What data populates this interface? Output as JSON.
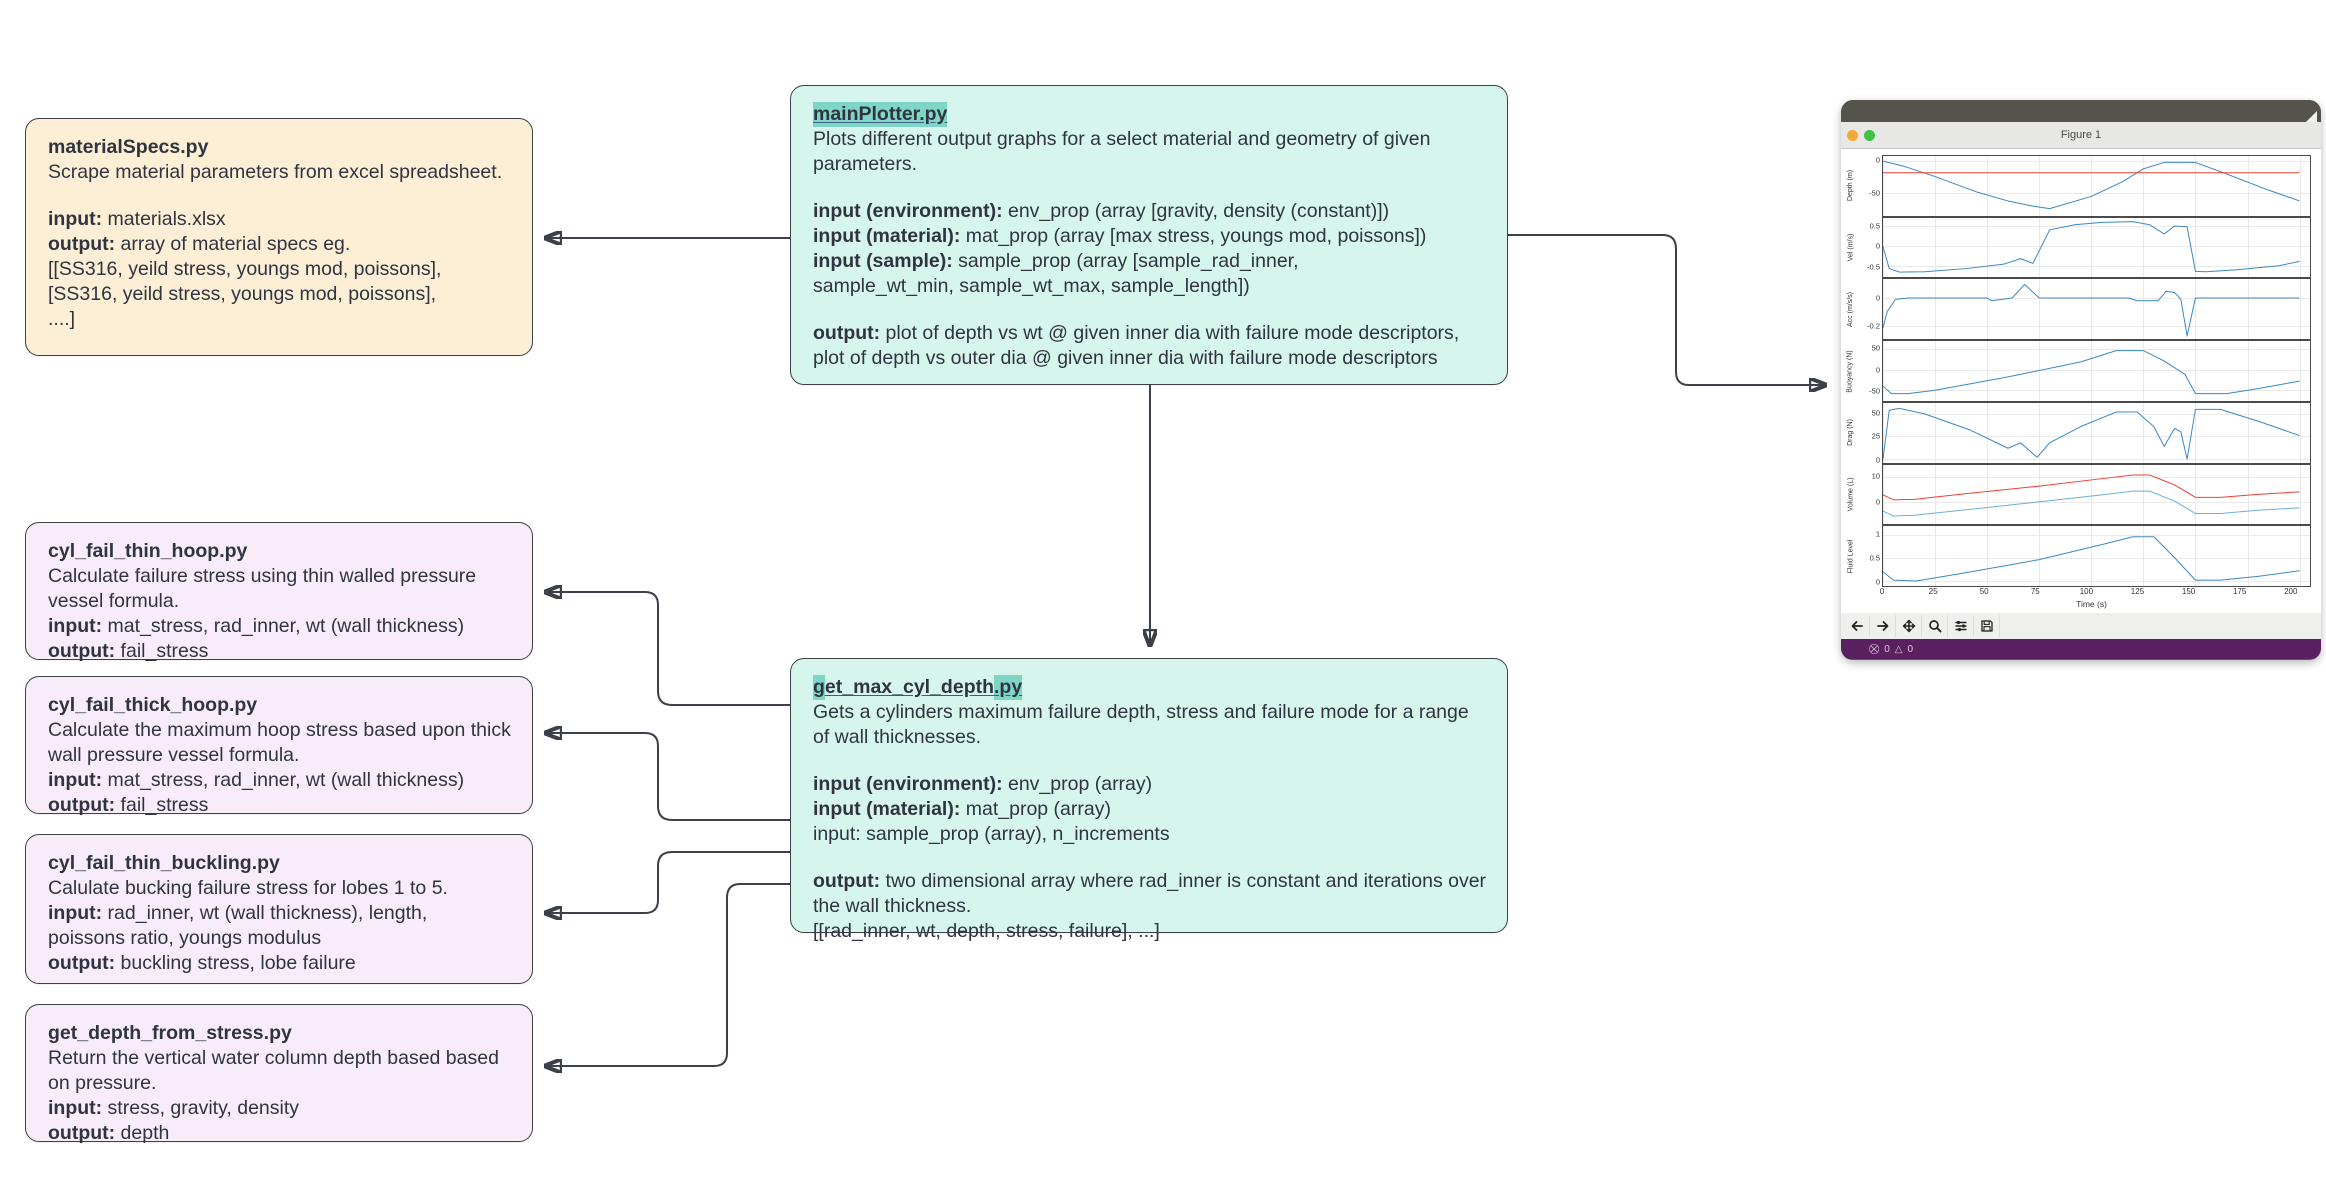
{
  "diagram": {
    "nodes": {
      "material_specs": {
        "title": "materialSpecs.py",
        "desc": "Scrape material parameters from excel spreadsheet.",
        "input_label": "input:",
        "input_value": " materials.xlsx",
        "output_label": "output:",
        "output_value": " array of material specs eg.",
        "extra_line_1": "[[SS316, yeild stress, youngs mod, poissons],",
        "extra_line_2": "[SS316, yeild stress, youngs mod, poissons],",
        "extra_line_3": "....]"
      },
      "main_plotter": {
        "title": "mainPlotter.py",
        "desc": "Plots different output graphs for a select material and geometry of given parameters.",
        "input_env_label": "input (environment):",
        "input_env_value": " env_prop (array [gravity, density (constant)])",
        "input_mat_label": "input (material):",
        "input_mat_value": " mat_prop (array [max stress, youngs mod, poissons])",
        "input_sample_label": "input (sample):",
        "input_sample_value": " sample_prop (array [sample_rad_inner,",
        "input_sample_cont": "sample_wt_min, sample_wt_max, sample_length])",
        "output_label": "output:",
        "output_value": " plot of depth vs wt @ given inner dia with failure mode descriptors, plot of depth vs outer dia @ given inner dia with failure mode descriptors"
      },
      "get_max_cyl_depth": {
        "title_a": "g",
        "title_b": "et_max_cyl_depth",
        "title_c": ".py",
        "title_full": "get_max_cyl_depth.py",
        "desc": "Gets a cylinders maximum failure depth, stress and failure mode for a range of wall thicknesses.",
        "input_env_label": "input (environment):",
        "input_env_value": " env_prop (array)",
        "input_mat_label": "input (material):",
        "input_mat_value": " mat_prop (array)",
        "input_plain": "input: sample_prop (array), n_increments",
        "output_label": "output:",
        "output_value": " two dimensional array where rad_inner is constant and iterations over the wall thickness.",
        "output_line_2": "[[rad_inner, wt, depth, stress, failure], ...]"
      },
      "cyl_fail_thin_hoop": {
        "title": "cyl_fail_thin_hoop.py",
        "desc": "Calculate failure stress using thin walled pressure vessel formula.",
        "input_label": "input:",
        "input_value": " mat_stress, rad_inner, wt (wall thickness)",
        "output_label": "output:",
        "output_value": " fail_stress"
      },
      "cyl_fail_thick_hoop": {
        "title": "cyl_fail_thick_hoop.py",
        "desc": "Calculate the maximum hoop stress based upon thick wall pressure vessel formula.",
        "input_label": "input:",
        "input_value": " mat_stress, rad_inner, wt (wall thickness)",
        "output_label": "output:",
        "output_value": " fail_stress"
      },
      "cyl_fail_thin_buckling": {
        "title": "cyl_fail_thin_buckling.py",
        "desc": "Calulate bucking failure stress for lobes 1 to 5.",
        "input_label": "input:",
        "input_value": " rad_inner, wt (wall thickness), length,",
        "input_cont": "poissons ratio, youngs modulus",
        "output_label": "output:",
        "output_value": " buckling stress, lobe failure"
      },
      "get_depth_from_stress": {
        "title": "get_depth_from_stress.py",
        "desc": "Return the vertical water column depth based based on pressure.",
        "input_label": "input:",
        "input_value": " stress, gravity, density",
        "output_label": "output:",
        "output_value": " depth"
      }
    },
    "colors": {
      "cream": "#fcefd6",
      "lilac": "#f8ecf9",
      "mint": "#d6f5ec",
      "highlight": "#7fd5c6",
      "stroke": "#3c4049"
    }
  },
  "figure_window": {
    "title": "Figure 1",
    "traffic_lights": [
      "amber",
      "green"
    ],
    "toolbar": [
      {
        "name": "back-icon",
        "label": "Back"
      },
      {
        "name": "forward-icon",
        "label": "Forward"
      },
      {
        "name": "pan-icon",
        "label": "Pan"
      },
      {
        "name": "zoom-icon",
        "label": "Zoom"
      },
      {
        "name": "subplot-config-icon",
        "label": "Configure subplots"
      },
      {
        "name": "save-icon",
        "label": "Save"
      }
    ],
    "status": "0 0"
  },
  "chart_data": {
    "type": "line",
    "title": "Figure 1",
    "xlabel": "Time (s)",
    "xlim": [
      0,
      205
    ],
    "xticks": [
      0,
      25,
      50,
      75,
      100,
      125,
      150,
      175,
      200
    ],
    "grid": true,
    "legend": "none",
    "subplots": [
      {
        "ylabel": "Depth (m)",
        "yticks": [
          0,
          -50
        ],
        "ylim": [
          -85,
          8
        ],
        "series": [
          {
            "name": "depth",
            "color": "#3b88c3",
            "x": [
              0,
              10,
              25,
              45,
              60,
              72,
              80,
              100,
              115,
              125,
              135,
              150,
              165,
              185,
              200
            ],
            "y": [
              0,
              -8,
              -24,
              -48,
              -62,
              -70,
              -74,
              -55,
              -32,
              -12,
              -2,
              -2,
              -20,
              -45,
              -62
            ]
          },
          {
            "name": "target-depth",
            "color": "#ef4036",
            "x": [
              0,
              200
            ],
            "y": [
              -18,
              -18
            ]
          }
        ]
      },
      {
        "ylabel": "Vel (m/s)",
        "yticks": [
          0.5,
          0.0,
          -0.5
        ],
        "ylim": [
          -0.78,
          0.72
        ],
        "series": [
          {
            "name": "velocity",
            "color": "#3b88c3",
            "x": [
              0,
              3,
              8,
              20,
              40,
              58,
              66,
              72,
              80,
              92,
              105,
              120,
              128,
              135,
              140,
              146,
              150,
              155,
              170,
              190,
              200
            ],
            "y": [
              0.0,
              -0.55,
              -0.64,
              -0.63,
              -0.55,
              -0.44,
              -0.3,
              -0.42,
              0.42,
              0.55,
              0.61,
              0.63,
              0.55,
              0.32,
              0.52,
              0.5,
              -0.62,
              -0.63,
              -0.58,
              -0.48,
              -0.37
            ]
          }
        ]
      },
      {
        "ylabel": "Acc (m/s/s)",
        "yticks": [
          0.0,
          -0.2
        ],
        "ylim": [
          -0.3,
          0.14
        ],
        "series": [
          {
            "name": "acceleration",
            "color": "#3b88c3",
            "x": [
              0,
              2,
              6,
              12,
              40,
              50,
              52,
              62,
              68,
              75,
              90,
              118,
              122,
              132,
              136,
              140,
              143,
              146,
              150,
              160,
              200
            ],
            "y": [
              -0.22,
              -0.1,
              -0.01,
              0.0,
              0.0,
              0.0,
              -0.02,
              0.0,
              0.1,
              0.0,
              0.0,
              0.0,
              -0.02,
              -0.02,
              0.05,
              0.04,
              -0.01,
              -0.28,
              0.0,
              0.0,
              0.0
            ]
          }
        ]
      },
      {
        "ylabel": "Buoyancy (N)",
        "yticks": [
          50,
          0,
          -50
        ],
        "ylim": [
          -75,
          68
        ],
        "series": [
          {
            "name": "buoyancy",
            "color": "#3b88c3",
            "x": [
              0,
              4,
              12,
              25,
              60,
              95,
              112,
              125,
              135,
              145,
              150,
              165,
              180,
              200
            ],
            "y": [
              -40,
              -58,
              -58,
              -50,
              -18,
              18,
              45,
              45,
              20,
              -12,
              -58,
              -58,
              -46,
              -28
            ]
          }
        ]
      },
      {
        "ylabel": "Drag (N)",
        "yticks": [
          50,
          25,
          0
        ],
        "ylim": [
          -4,
          62
        ],
        "series": [
          {
            "name": "drag",
            "color": "#3b88c3",
            "x": [
              0,
              3,
              8,
              20,
              42,
              60,
              66,
              70,
              74,
              80,
              95,
              112,
              122,
              130,
              135,
              140,
              143,
              146,
              150,
              162,
              180,
              200
            ],
            "y": [
              0,
              54,
              56,
              50,
              32,
              12,
              18,
              10,
              2,
              18,
              36,
              52,
              52,
              36,
              14,
              34,
              30,
              0,
              55,
              55,
              42,
              26
            ]
          }
        ]
      },
      {
        "ylabel": "Volume (L)",
        "yticks": [
          10,
          0
        ],
        "ylim": [
          -9,
          15
        ],
        "series": [
          {
            "name": "volume-upper",
            "color": "#ef4036",
            "x": [
              0,
              5,
              15,
              40,
              75,
              105,
              120,
              128,
              140,
              150,
              162,
              180,
              200
            ],
            "y": [
              3.0,
              1.0,
              1.2,
              3.5,
              6.5,
              9.5,
              11.0,
              11.0,
              7.0,
              2.0,
              2.0,
              3.2,
              4.2
            ]
          },
          {
            "name": "volume-lower",
            "color": "#6aaede",
            "x": [
              0,
              5,
              15,
              40,
              75,
              105,
              120,
              128,
              140,
              150,
              162,
              180,
              200
            ],
            "y": [
              -3.5,
              -5.5,
              -5.2,
              -3.0,
              0.2,
              3.0,
              4.5,
              4.5,
              0.5,
              -4.5,
              -4.5,
              -3.2,
              -2.2
            ]
          }
        ]
      },
      {
        "ylabel": "Fluid Level",
        "yticks": [
          1.0,
          0.5,
          0.0
        ],
        "ylim": [
          -0.1,
          1.18
        ],
        "series": [
          {
            "name": "fluid-level",
            "color": "#3b88c3",
            "x": [
              0,
              5,
              16,
              40,
              75,
              105,
              120,
              130,
              140,
              150,
              162,
              180,
              200
            ],
            "y": [
              0.2,
              0.02,
              0.0,
              0.18,
              0.46,
              0.78,
              0.95,
              0.95,
              0.5,
              0.02,
              0.02,
              0.1,
              0.22
            ]
          }
        ]
      }
    ]
  }
}
